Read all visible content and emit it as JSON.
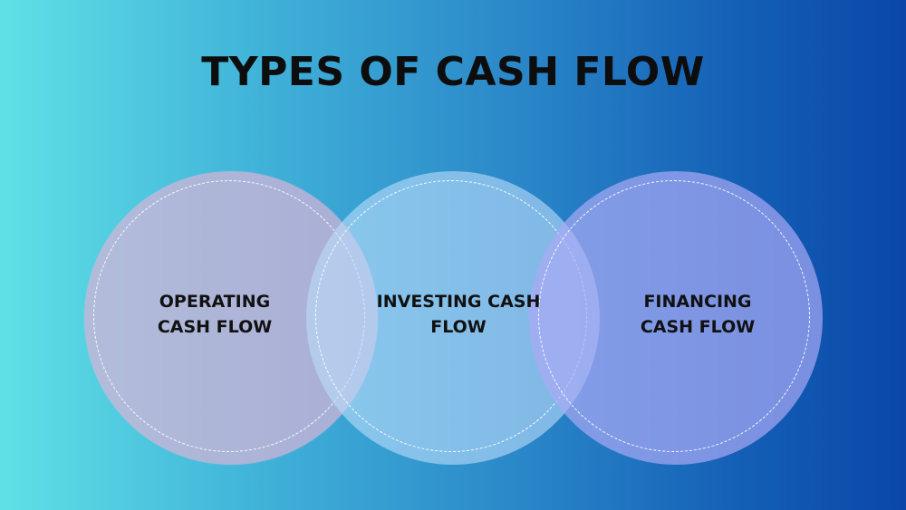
{
  "diagram": {
    "title": "TYPES OF CASH FLOW",
    "circles": [
      {
        "line1": "OPERATING",
        "line2": "CASH FLOW"
      },
      {
        "line1": "INVESTING CASH",
        "line2": "FLOW"
      },
      {
        "line1": "FINANCING",
        "line2": "CASH FLOW"
      }
    ]
  },
  "colors": {
    "background_left": "#5fe1e6",
    "background_right": "#0a47a8",
    "operating_fill": "#d7b4d7",
    "investing_fill": "#b9dcfa",
    "financing_fill": "#aaaaf5",
    "text": "#0d0d0d",
    "dashed_ring": "#ffffff"
  }
}
